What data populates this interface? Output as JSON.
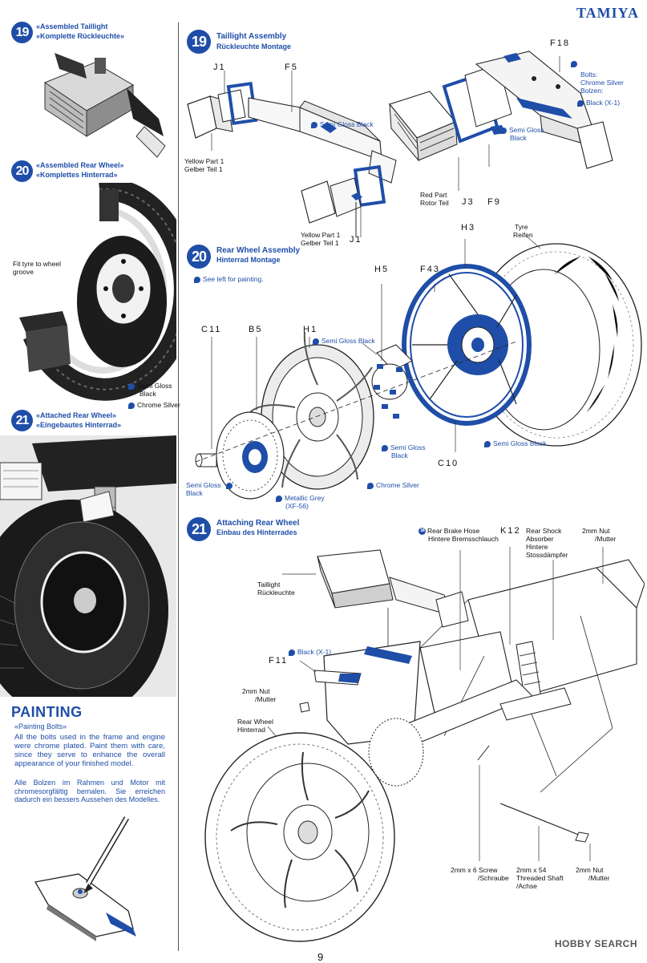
{
  "brand": "TAMIYA",
  "page_number": "9",
  "watermark": "HOBBY SEARCH",
  "sidebar": {
    "steps": [
      {
        "num": "19",
        "title_en": "«Assembled Taillight",
        "title_de": "«Komplette Rückleuchte»"
      },
      {
        "num": "20",
        "title_en": "«Assembled Rear Wheel»",
        "title_de": "«Komplettes Hinterrad»"
      },
      {
        "num": "21",
        "title_en": "«Attached Rear Wheel»",
        "title_de": "«Eingebautes Hinterrad»"
      }
    ],
    "wheel_note": "Fit tyre to wheel groove",
    "wheel_note_l1": "Fit tyre to wheel",
    "wheel_note_l2": "groove",
    "wheel_paint_1": "Semi Gloss",
    "wheel_paint_2": "Black",
    "wheel_paint_3": "Chrome Silver",
    "painting": {
      "title": "PAINTING",
      "subtitle": "«Painting Bolts»",
      "text_en": "All the bolts used in the frame and engine were chrome plated. Paint them with care, since they serve to enhance the overall appearance of your finished model.",
      "text_de": "Alle Bolzen im Rahmen und Motor mit chromesorgfältig bemalen. Sie erreichen dadurch ein bessers Aussehen des Modelles."
    }
  },
  "step19": {
    "num": "19",
    "title_en": "Taillight Assembly",
    "title_de": "Rückleuchte Montage",
    "parts": {
      "j1_top": "J1",
      "f5": "F5",
      "f18": "F18",
      "j3": "J3",
      "f9": "F9",
      "j1_bottom": "J1"
    },
    "labels": {
      "semi_gloss_black": "Semi Gloss Black",
      "yellow_en": "Yellow Part 1",
      "yellow_de": "Gelber Teil 1",
      "yellow2_en": "Yellow Part 1",
      "yellow2_de": "Gelber Teil 1",
      "red_en": "Red Part",
      "red_de": "Rotor Teil",
      "bolts_1": "Bolts:",
      "bolts_2": "Chrome Silver",
      "bolts_3": "Bolzen:",
      "black": "Black (X-1)",
      "semi_gloss_2": "Semi Gloss",
      "black_2": "Black"
    }
  },
  "step20": {
    "num": "20",
    "title_en": "Rear Wheel Assembly",
    "title_de": "Hinterrad Montage",
    "see_left": "See left for painting.",
    "parts": {
      "h3": "H3",
      "h5": "H5",
      "f43": "F43",
      "c11": "C11",
      "b5": "B5",
      "h1": "H1",
      "c10": "C10"
    },
    "labels": {
      "tyre_en": "Tyre",
      "tyre_de": "Reifen",
      "sgb_top": "Semi Gloss Black",
      "sgb_mid_1": "Semi Gloss",
      "sgb_mid_2": "Black",
      "sgb_right": "Semi Gloss Black",
      "sgb_left_1": "Semi Gloss",
      "sgb_left_2": "Black",
      "chrome": "Chrome Silver",
      "metallic_1": "Metallic Grey",
      "metallic_2": "(XF-56)"
    }
  },
  "step21": {
    "num": "21",
    "title_en": "Attaching Rear Wheel",
    "title_de": "Einbau des Hinterrades",
    "parts": {
      "f11": "F11",
      "k12": "K12"
    },
    "labels": {
      "taillight_en": "Taillight",
      "taillight_de": "Rückleuchte",
      "black": "Black (X-1)",
      "nut_left_1": "2mm Nut",
      "nut_left_2": "/Mutter",
      "rear_wheel_1": "Rear Wheel",
      "rear_wheel_2": "Hinterrad",
      "brake_badge": "14",
      "brake_1": "Rear Brake Hose",
      "brake_2": "Hintere Bremsschlauch",
      "shock_1": "Rear Shock",
      "shock_2": "Absorber",
      "shock_3": "Hintere",
      "shock_4": "Stossdämpfer",
      "nut_tr_1": "2mm Nut",
      "nut_tr_2": "/Mutter",
      "screw_1": "2mm x 6 Screw",
      "screw_2": "/Schraube",
      "shaft_1": "2mm x 54",
      "shaft_2": "Threaded Shaft",
      "shaft_3": "/Achse",
      "nut_br_1": "2mm Nut",
      "nut_br_2": "/Mutter"
    }
  },
  "colors": {
    "accent": "#1f4ea8",
    "ink": "#1a1a1a"
  }
}
